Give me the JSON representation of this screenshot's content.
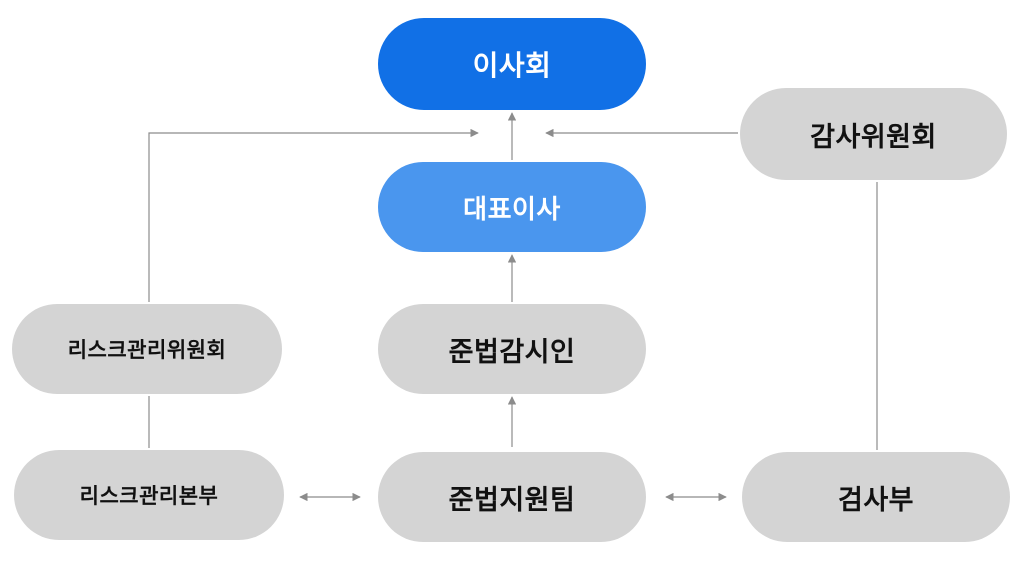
{
  "nodes": {
    "board": "이사회",
    "ceo": "대표이사",
    "audit_committee": "감사위원회",
    "risk_committee": "리스크관리위원회",
    "compliance_officer": "준법감시인",
    "risk_hq": "리스크관리본부",
    "compliance_team": "준법지원팀",
    "inspection_dept": "검사부"
  },
  "colors": {
    "board": "#1170e6",
    "ceo": "#4a96ee",
    "default_node": "#d4d4d4",
    "connector": "#8c8c8c"
  },
  "edges": [
    {
      "from": "ceo",
      "to": "board",
      "type": "arrow"
    },
    {
      "from": "risk_committee",
      "to": "board",
      "type": "arrow"
    },
    {
      "from": "audit_committee",
      "to": "board",
      "type": "arrow"
    },
    {
      "from": "compliance_officer",
      "to": "ceo",
      "type": "arrow"
    },
    {
      "from": "compliance_team",
      "to": "compliance_officer",
      "type": "arrow"
    },
    {
      "from": "risk_hq",
      "to": "risk_committee",
      "type": "line"
    },
    {
      "from": "inspection_dept",
      "to": "audit_committee",
      "type": "line"
    },
    {
      "from": "risk_hq",
      "to": "compliance_team",
      "type": "double-arrow"
    },
    {
      "from": "compliance_team",
      "to": "inspection_dept",
      "type": "double-arrow"
    }
  ]
}
